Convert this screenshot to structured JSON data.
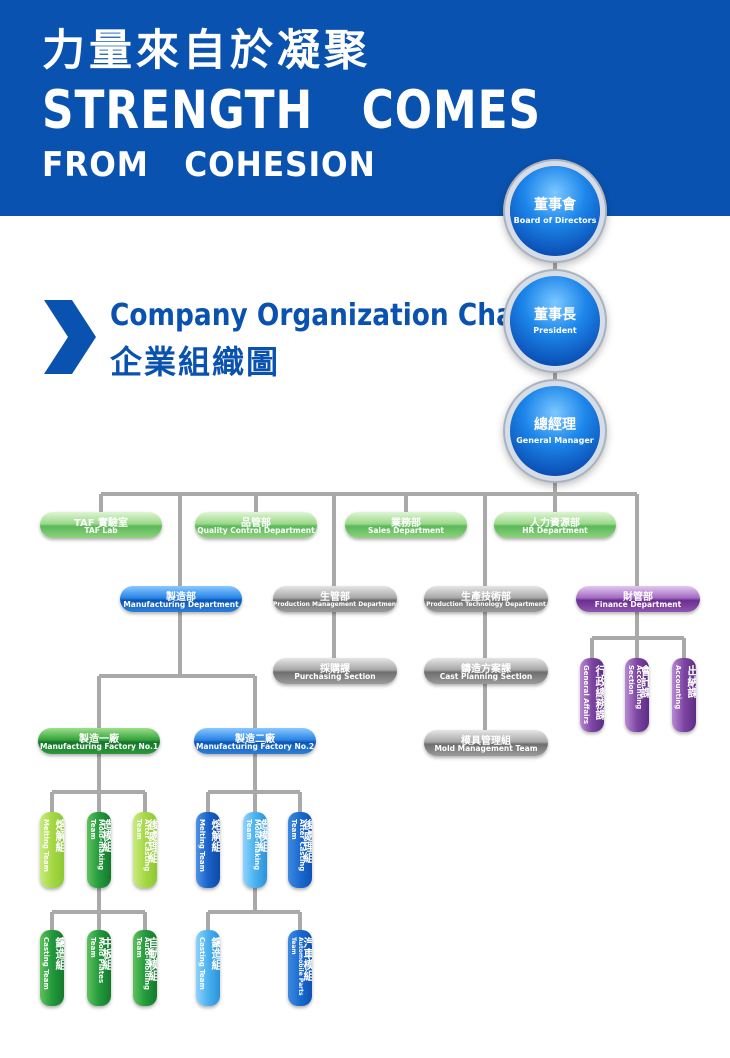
{
  "header": {
    "title_zh": "力量來自於凝聚",
    "title_en_line1": "STRENGTH   COMES",
    "title_en_line2": "FROM   COHESION",
    "bg_color": "#0a52b0"
  },
  "chart_title": {
    "en": "Company Organization Chart",
    "zh": "企業組織圖",
    "arrow_icon": "double-chevron-right"
  },
  "executives": [
    {
      "zh": "董事會",
      "en": "Board of Directors"
    },
    {
      "zh": "董事長",
      "en": "President"
    },
    {
      "zh": "總經理",
      "en": "General Manager"
    }
  ],
  "staff_departments": [
    {
      "zh": "TAF 實驗室",
      "en": "TAF Lab"
    },
    {
      "zh": "品管部",
      "en": "Quality Control Department"
    },
    {
      "zh": "業務部",
      "en": "Sales Department"
    },
    {
      "zh": "人力資源部",
      "en": "HR Department"
    }
  ],
  "line_departments": [
    {
      "zh": "製造部",
      "en": "Manufacturing Department"
    },
    {
      "zh": "生管部",
      "en": "Production Management Department"
    },
    {
      "zh": "生產技術部",
      "en": "Production Technology Department"
    },
    {
      "zh": "財管部",
      "en": "Finance Department"
    }
  ],
  "sections": [
    {
      "zh": "採購課",
      "en": "Purchasing Section"
    },
    {
      "zh": "鑄造方案課",
      "en": "Cast Planning Section"
    },
    {
      "zh": "模具管理組",
      "en": "Mold Management Team"
    }
  ],
  "finance_units": [
    {
      "zh": "行政總務課",
      "en": "General Affairs"
    },
    {
      "zh": "會計課",
      "en": "Accounting Section"
    },
    {
      "zh": "出納課",
      "en": "Accounting"
    }
  ],
  "factories": [
    {
      "zh": "製造一廠",
      "en": "Manufacturing Factory No.1"
    },
    {
      "zh": "製造二廠",
      "en": "Manufacturing Factory No.2"
    }
  ],
  "factory1_teams": [
    {
      "zh": "熔解組",
      "en": "Melting Team"
    },
    {
      "zh": "造模組",
      "en": "Mold-making Team"
    },
    {
      "zh": "後處理組",
      "en": "After Casting Team"
    }
  ],
  "factory1_subteams": [
    {
      "zh": "鑄造組",
      "en": "Casting Team"
    },
    {
      "zh": "中板組",
      "en": "Mold Plates Team"
    },
    {
      "zh": "自動模組",
      "en": "Auto-Molding Team"
    }
  ],
  "factory2_teams": [
    {
      "zh": "熔解組",
      "en": "Melting Team"
    },
    {
      "zh": "造模組",
      "en": "Mold-making Team"
    },
    {
      "zh": "後處理組",
      "en": "After Casting Team"
    }
  ],
  "factory2_subteams": [
    {
      "zh": "鑄造組",
      "en": "Casting Team"
    },
    {
      "zh": "汽車模組",
      "en": "Automobile Parts Team"
    }
  ],
  "connector_color": "#a9a9a9"
}
